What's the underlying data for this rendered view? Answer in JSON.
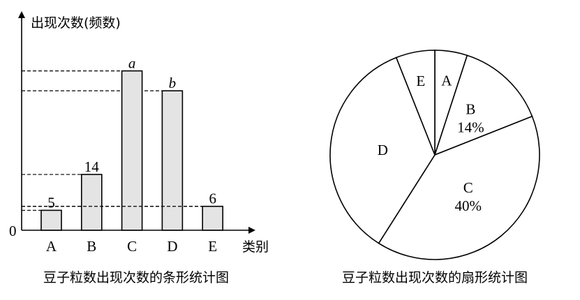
{
  "colors": {
    "bar_fill": "#e4e4e4",
    "stroke": "#000000"
  },
  "chart_data": [
    {
      "type": "bar",
      "title": "豆子粒数出现次数的条形统计图",
      "ylabel": "出现次数(频数)",
      "xlabel": "类别",
      "origin_label": "0",
      "categories": [
        "A",
        "B",
        "C",
        "D",
        "E"
      ],
      "values": [
        5,
        14,
        40,
        35,
        6
      ],
      "data_labels": [
        "5",
        "14",
        "a",
        "b",
        "6"
      ],
      "italic_labels": [
        false,
        false,
        true,
        true,
        false
      ],
      "ylim": [
        0,
        45
      ],
      "grid": false,
      "dashed_guides": true
    },
    {
      "type": "pie",
      "title": "豆子粒数出现次数的扇形统计图",
      "start": "top",
      "direction": "clockwise",
      "slices": [
        {
          "label": "A",
          "percent": 5,
          "percent_label": ""
        },
        {
          "label": "B",
          "percent": 14,
          "percent_label": "14%"
        },
        {
          "label": "C",
          "percent": 40,
          "percent_label": "40%"
        },
        {
          "label": "D",
          "percent": 35,
          "percent_label": ""
        },
        {
          "label": "E",
          "percent": 6,
          "percent_label": ""
        }
      ]
    }
  ]
}
